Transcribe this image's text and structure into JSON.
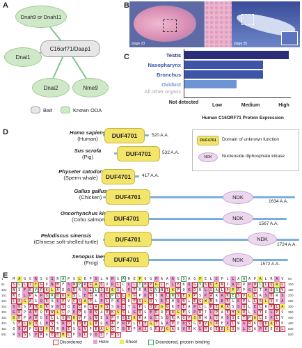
{
  "panels": {
    "a": "A",
    "b": "B",
    "c": "C",
    "d": "D",
    "e": "E"
  },
  "network": {
    "bait": "C16orf71/Daap1",
    "nodes": [
      "Dnah9 or Dnah11",
      "Dnai1",
      "Dnai2",
      "Nme9"
    ],
    "legend": {
      "bait": "Bait",
      "oda": "Known ODA"
    }
  },
  "embryo": {
    "left_stage": "stage 23",
    "right_stage": "stage 35"
  },
  "chart_data": {
    "type": "bar",
    "orientation": "horizontal",
    "categories": [
      "Testis",
      "Nasopharynx",
      "Bronchus",
      "Oviduct",
      "All other organs"
    ],
    "values": [
      4,
      3,
      3,
      2,
      0
    ],
    "colors": [
      "#2b2d78",
      "#3c55a8",
      "#3c55a8",
      "#6e95d3",
      "#a9a9a9"
    ],
    "x_ticks": [
      "Not detected",
      "Low",
      "Medium",
      "High"
    ],
    "xlabel": "Human C16ORF71 Protein Expression",
    "xlim": [
      0,
      4
    ]
  },
  "domains": {
    "duf_label": "DUF4701",
    "ndk_label": "NDK",
    "legend": {
      "duf": "Domain of unknown function",
      "ndk": "Nucleoside diphosphate kinase"
    },
    "species": [
      {
        "name": "Homo sapiens",
        "common": "(Human)",
        "length": "520 A.A."
      },
      {
        "name": "Sus scrofa",
        "common": "(Pig)",
        "length": "532 A.A."
      },
      {
        "name": "Physeter catodon",
        "common": "(Sperm whale)",
        "length": "417 A.A."
      },
      {
        "name": "Gallus gallus",
        "common": "(Chicken)",
        "length": "1634 A.A."
      },
      {
        "name": "Oncorhynchus kisutch",
        "common": "(Coho salmon)",
        "length": "1567 A.A."
      },
      {
        "name": "Pelodiscus sinensis",
        "common": "(Chinese soft-shelled turtle)",
        "length": "1724 A.A."
      },
      {
        "name": "Xenopus laevis",
        "common": "(Frog)",
        "length": "1572 A.A."
      }
    ]
  },
  "sequence": {
    "rows": [
      {
        "start": "1",
        "end": "50",
        "seq": "MAGGRSGSRAPSLEPGLRRSAREPGGPAAAGSAGPELCPLLAAAPALRAV"
      },
      {
        "start": "51",
        "end": "100",
        "seq": "SLLIFGDNMFSWPAGAQVRLCLLTHPGLHLEKDGVSQFRVAQDPWLLQRL"
      },
      {
        "start": "101",
        "end": "150",
        "seq": "NSFEVPKLAEGDRYLLSEESLPPRRGVNTKFQKDHLSALPPRPGSTAESV"
      },
      {
        "start": "151",
        "end": "200",
        "seq": "KELRAPSRDKPSLEGAELPLLTGPDRYWLNSESPSPARRKESVLLASDRS"
      },
      {
        "start": "201",
        "end": "250",
        "seq": "LEGAGQRASPVCSAPLPLPKHRPSLDYELHQRLEGWNEERLKPLLRLVPA"
      },
      {
        "start": "251",
        "end": "300",
        "seq": "SNSAHDRWHSQEEALAPSSGLTLPLDHGGRTEAPLLRERASSGLELRPLA"
      },
      {
        "start": "301",
        "end": "350",
        "seq": "GRPAEQEWLLPEPQNSAVKSSLGQGERRPRGESPRTLPAEHVRLSYDLPS"
      },
      {
        "start": "351",
        "end": "400",
        "seq": "DKPAWGELLSRRVPLNEGPVSEKRAGLSQRRGPSRWLCAQSETPALDPLV"
      },
      {
        "start": "401",
        "end": "450",
        "seq": "SELRQLHSSRDQDELRGKAPRPLLEGTAAPPDSGRVSREPLWSRKQDALP"
      },
      {
        "start": "451",
        "end": "500",
        "seq": "QEVPGSPARRESLVPEALGTSRPHSGDVGASVRKLPQEDCSHLGAPKEVL"
      },
      {
        "start": "501",
        "end": "520",
        "seq": "RSSLPRGEHMLPSLQDSYRS"
      }
    ],
    "legend": [
      "Disordered",
      "Helix",
      "Sheet",
      "Disordered, protein binding"
    ],
    "colors": {
      "disordered": "#c8304a",
      "helix": "#e8a3cf",
      "sheet": "#f1e86e",
      "binding": "#3aa860"
    }
  }
}
